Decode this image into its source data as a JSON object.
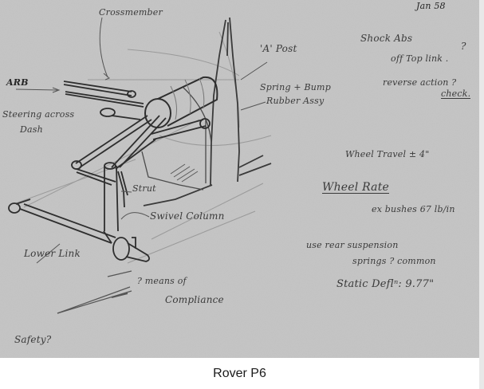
{
  "figure": {
    "caption": "Rover P6",
    "date": "Jan 58",
    "paper_color": "#cfcfcf",
    "ink_color": "#3a3a3a"
  },
  "annotations": {
    "crossmember": "Crossmember",
    "arb": "ARB",
    "steering_line1": "Steering across",
    "steering_line2": "Dash",
    "a_post": "'A' Post",
    "spring_line1": "Spring + Bump",
    "spring_line2": "Rubber Assy",
    "strut": "Strut",
    "swivel_column": "Swivel Column",
    "lower_link": "Lower Link",
    "compliance_line1": "? means of",
    "compliance_line2": "Compliance",
    "safety": "Safety?"
  },
  "notes": {
    "shock_line1": "Shock Abs",
    "shock_q1": "?",
    "shock_line2": "off Top link .",
    "shock_line3": "reverse action ?",
    "shock_line4": "check.",
    "wheel_travel": "Wheel Travel ± 4\"",
    "wheel_rate_title": "Wheel Rate",
    "wheel_rate_value": "ex bushes 67 lb/in",
    "rear_line1": "use rear suspension",
    "rear_line2": "springs ?  common",
    "static_defl": "Static Deflⁿ: 9.77\""
  }
}
